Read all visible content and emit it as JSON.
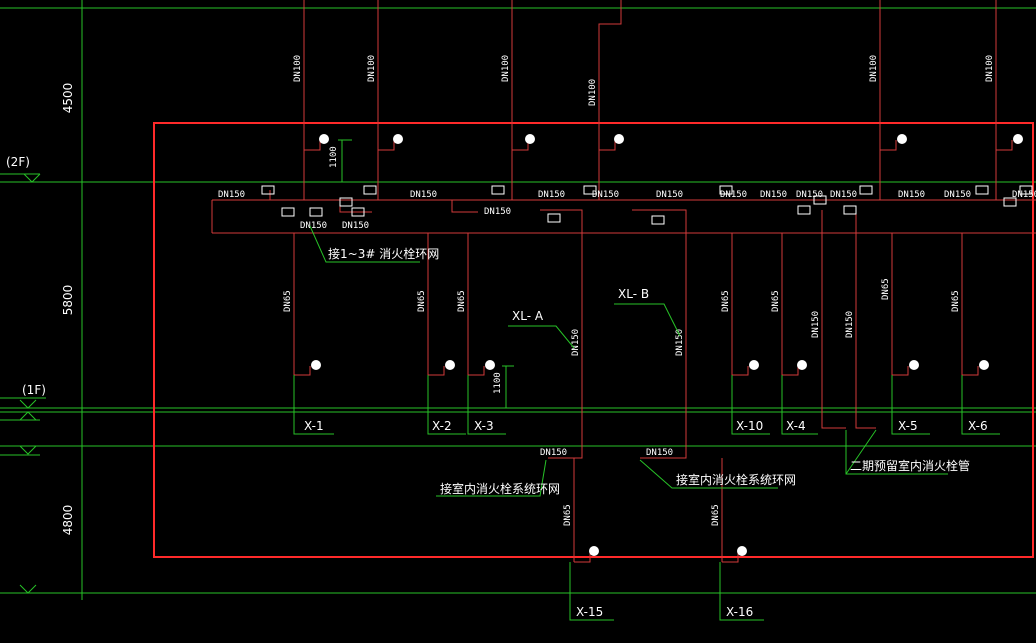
{
  "dimensions": {
    "top": "4500",
    "middle": "5800",
    "bottom": "4800"
  },
  "floors": {
    "second": "(2F)",
    "first": "(1F)"
  },
  "hydrant_risers": {
    "height": "1100"
  },
  "pipe_labels": {
    "dn100": "DN100",
    "dn150": "DN150",
    "dn65": "DN65"
  },
  "risers": {
    "a": "XL- A",
    "b": "XL- B"
  },
  "notes": {
    "loop_1_3": "接1~3# 消火栓环网",
    "indoor_loop": "接室内消火栓系统环网",
    "phase2": "二期预留室内消火栓管"
  },
  "hydrants": [
    "X-1",
    "X-2",
    "X-3",
    "X-10",
    "X-4",
    "X-5",
    "X-6",
    "X-15",
    "X-16"
  ],
  "colors": {
    "grid": "#27c227",
    "pipe": "#d23a3a",
    "frame": "#ff2a2a",
    "text": "#ffffff"
  }
}
